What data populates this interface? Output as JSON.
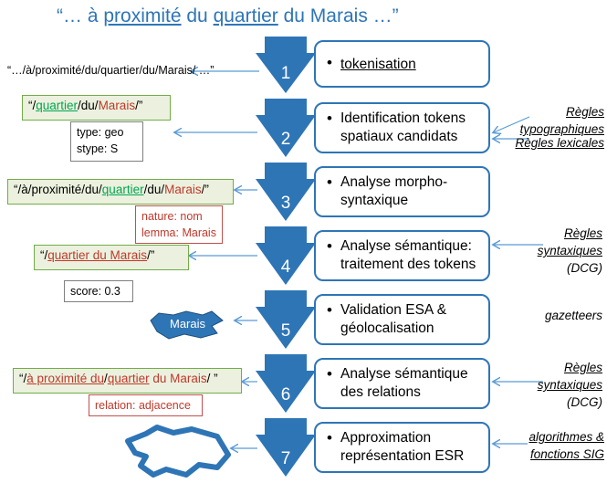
{
  "title": {
    "prefix": "“… à ",
    "w1": "proximité",
    "mid1": " du ",
    "w2": "quartier",
    "mid2": " du Marais …”"
  },
  "input_text": "“…/à/proximité/du/quartier/du/Marais/ …”",
  "steps": [
    {
      "num": "1",
      "label": "tokenisation"
    },
    {
      "num": "2",
      "label": "Identification tokens spatiaux candidats"
    },
    {
      "num": "3",
      "label": "Analyse morpho-syntaxique"
    },
    {
      "num": "4",
      "label": "Analyse sémantique: traitement des tokens"
    },
    {
      "num": "5",
      "label": "Validation ESA & géolocalisation"
    },
    {
      "num": "6",
      "label": "Analyse sémantique des relations"
    },
    {
      "num": "7",
      "label": "Approximation représentation ESR"
    }
  ],
  "notes": {
    "regles_typo_1": "Règles",
    "regles_typo_2": "typographiques",
    "regles_lex": "Règles lexicales",
    "regles_syn_a1": "Règles",
    "regles_syn_a2": "syntaxiques",
    "regles_syn_a3": "(DCG)",
    "gazetteers": "gazetteers",
    "regles_syn_b1": "Règles",
    "regles_syn_b2": "syntaxiques",
    "regles_syn_b3": "(DCG)",
    "algo_1": "algorithmes &",
    "algo_2": "fonctions SIG"
  },
  "left": {
    "s2_token": {
      "a": "“/",
      "b": "quartier",
      "c": "/du/",
      "d": "Marais",
      "e": "/”"
    },
    "s2_type": "type: geo",
    "s2_stype": "stype: S",
    "s3_token": {
      "a": "“/à/proximité/du/",
      "b": "quartier",
      "c": "/du/",
      "d": "Marais",
      "e": "/”"
    },
    "s3_nature": "nature: nom",
    "s3_lemma": "lemma: Marais",
    "s4_token": {
      "a": "“/",
      "b": "quartier du Marais",
      "c": "/”"
    },
    "s4_score": "score: 0.3",
    "s5_shape_label": "Marais",
    "s6_token": {
      "a": "“/",
      "b": "à proximité du",
      "c": "/",
      "d": "quartier",
      "e": " du Marais",
      "f": "/ ”"
    },
    "s6_relation": "relation: adjacence"
  },
  "colors": {
    "accent": "#2e75b6",
    "green": "#00a651",
    "red": "#c0392b"
  }
}
